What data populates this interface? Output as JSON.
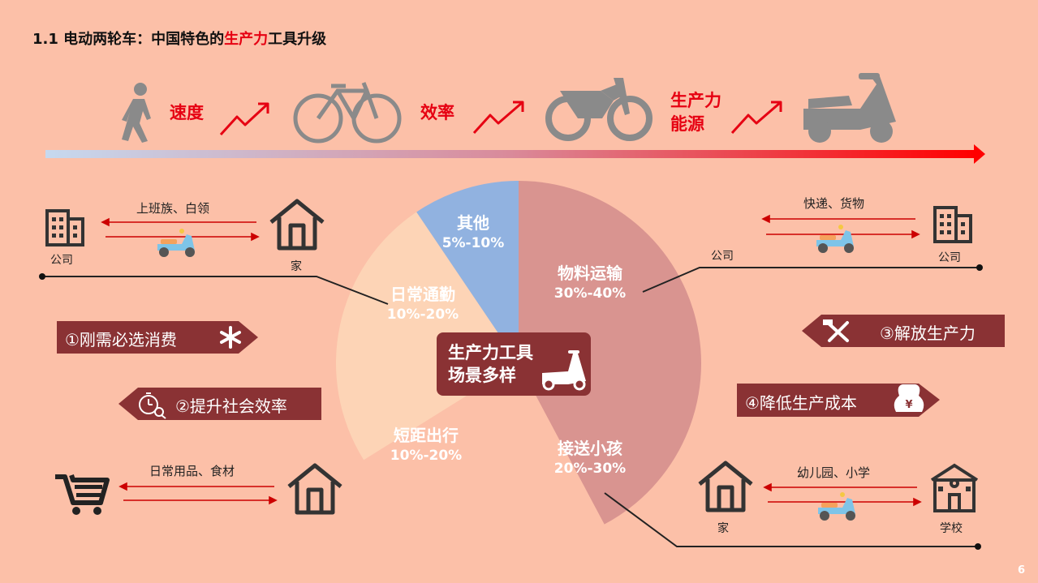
{
  "title": {
    "prefix": "1.1 电动两轮车：中国特色的",
    "highlight": "生产力",
    "suffix": "工具升级"
  },
  "evolution": {
    "labels": [
      "速度",
      "效率",
      "生产力",
      "能源"
    ],
    "icons": [
      "walking-person-icon",
      "bicycle-icon",
      "motorcycle-icon",
      "electric-scooter-icon"
    ]
  },
  "scenes": {
    "commute": {
      "label": "上班族、白领",
      "from": "公司",
      "to": "家"
    },
    "logistics": {
      "label": "快递、货物",
      "from": "公司",
      "to": "公司"
    },
    "shopping": {
      "label": "日常用品、食材"
    },
    "school": {
      "label": "幼儿园、小学",
      "from": "家",
      "to": "学校"
    }
  },
  "tags": {
    "t1": "①刚需必选消费",
    "t2": "②提升社会效率",
    "t3": "③解放生产力",
    "t4": "④降低生产成本"
  },
  "center": {
    "line1": "生产力工具",
    "line2": "场景多样"
  },
  "chart_data": {
    "type": "pie",
    "slices": [
      {
        "name": "物料运输",
        "range": "30%-40%",
        "color": "#d99490"
      },
      {
        "name": "接送小孩",
        "range": "20%-30%",
        "color": "#fcc0a8"
      },
      {
        "name": "短距出行",
        "range": "10%-20%",
        "color": "#fcc0a8"
      },
      {
        "name": "日常通勤",
        "range": "10%-20%",
        "color": "#fdd4b6"
      },
      {
        "name": "其他",
        "range": "5%-10%",
        "color": "#91b2e0"
      }
    ]
  },
  "colors": {
    "background": "#fcc0a8",
    "accent_red": "#e60012",
    "tag_dark": "#8a3234",
    "icon_gray": "#8a8a8a"
  },
  "page_number": "6"
}
